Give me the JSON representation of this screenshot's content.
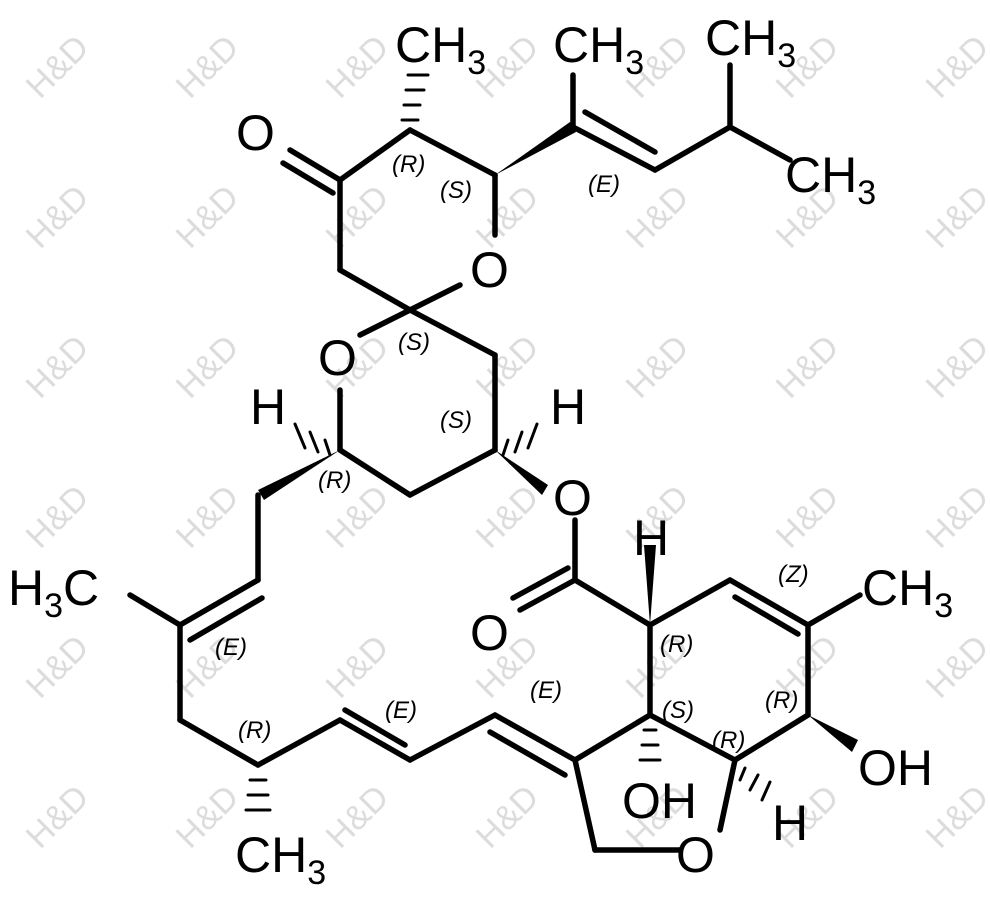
{
  "watermark": {
    "text": "H&D",
    "color": "#dcdcdc"
  },
  "atoms": {
    "o_ketone": "O",
    "ch3_top": "CH",
    "ch3_top_sub": "3",
    "ch3_vinyl": "CH",
    "ch3_vinyl_sub": "3",
    "ch3_ipr1": "CH",
    "ch3_ipr1_sub": "3",
    "ch3_ipr2": "CH",
    "ch3_ipr2_sub": "3",
    "o_ring_top": "O",
    "o_ring_left": "O",
    "h_left": "H",
    "h_right": "H",
    "o_ester": "O",
    "o_carbonyl": "O",
    "h_ring": "H",
    "ch3_right": "CH",
    "ch3_right_sub": "3",
    "h3c_left": "H",
    "h3c_left_sub": "3",
    "h3c_left_c": "C",
    "oh_right": "OH",
    "oh_center": "OH",
    "h_bottom": "H",
    "o_furan": "O",
    "ch3_bottom": "CH",
    "ch3_bottom_sub": "3"
  },
  "stereo_labels": {
    "r1": "(R)",
    "s1": "(S)",
    "e1": "(E)",
    "s2": "(S)",
    "s3": "(S)",
    "r2": "(R)",
    "z1": "(Z)",
    "e2": "(E)",
    "r3": "(R)",
    "e3": "(E)",
    "e4": "(E)",
    "s4": "(S)",
    "r4": "(R)",
    "r5": "(R)",
    "r6": "(R)"
  }
}
